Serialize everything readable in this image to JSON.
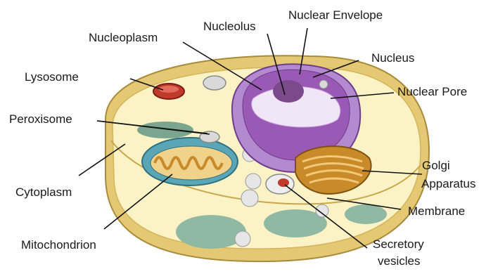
{
  "labels": {
    "nucleolus": "Nucleolus",
    "nuclear_envelope": "Nuclear Envelope",
    "nucleoplasm": "Nucleoplasm",
    "nucleus": "Nucleus",
    "nuclear_pore": "Nuclear Pore",
    "lysosome": "Lysosome",
    "peroxisome": "Peroxisome",
    "cytoplasm": "Cytoplasm",
    "mitochondrion": "Mitochondrion",
    "golgi_line1": "Golgi",
    "golgi_line2": "Apparatus",
    "membrane": "Membrane",
    "secretory_line1": "Secretory",
    "secretory_line2": "vesicles"
  },
  "colors": {
    "cytoplasm": "#fbf3c6",
    "membrane": "#e2c66e",
    "nucleus": "#9b59b6",
    "nucleolus": "#7a4a8c",
    "mitochondrion_outer": "#5aa6b7",
    "mitochondrion_inner": "#c98a2a",
    "golgi": "#c98a2a",
    "lysosome": "#c0392b",
    "vesicle": "#d9d9d9",
    "er_green": "#7aa58e"
  }
}
